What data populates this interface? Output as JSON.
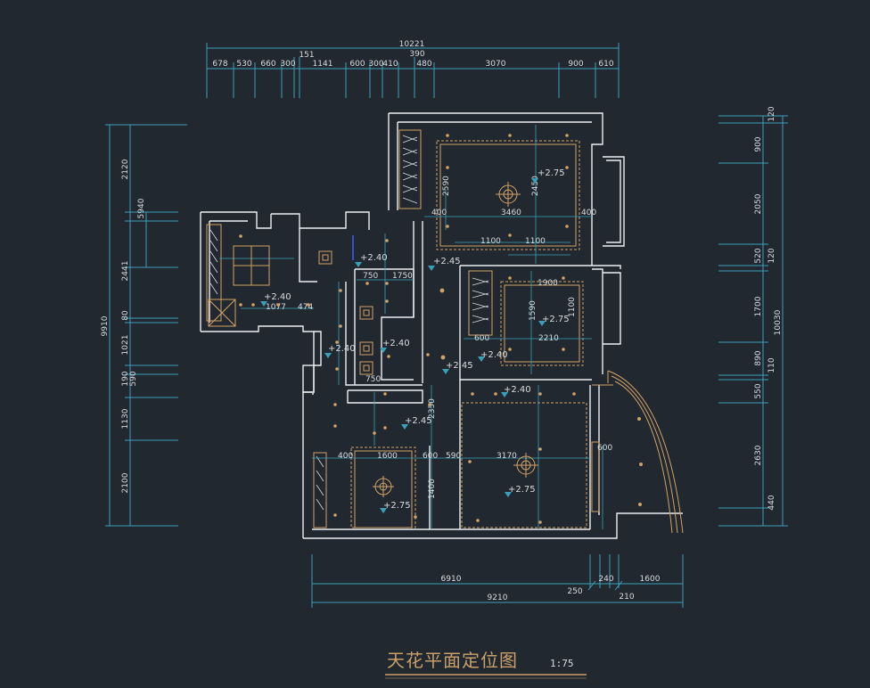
{
  "title": "天花平面定位图",
  "scale": "1:75",
  "colors": {
    "background": "#212830",
    "wall": "#eef0f2",
    "dimension": "#3aa0b8",
    "fixture": "#d2a266",
    "text": "#d8dce0"
  },
  "top_dims": {
    "overall": "10221",
    "mid_a": "151",
    "mid_b": "390",
    "segments": [
      "678",
      "530",
      "660",
      "300",
      "1141",
      "600",
      "300",
      "410",
      "480",
      "3070",
      "900",
      "610"
    ]
  },
  "left_dims": {
    "overall": "9910",
    "group": "5940",
    "segments": [
      "2120",
      "2441",
      "80",
      "1021",
      "190",
      "590",
      "1130",
      "2100"
    ]
  },
  "right_dims": {
    "overall": "10030",
    "segments": [
      "120",
      "900",
      "2050",
      "520",
      "120",
      "1700",
      "890",
      "110",
      "550",
      "2630",
      "440"
    ]
  },
  "bottom_dims": {
    "row1": [
      "6910",
      "240",
      "1600"
    ],
    "row2": [
      "9210"
    ],
    "extras": [
      "250",
      "210"
    ]
  },
  "elevations": [
    "+2.75",
    "+2.40",
    "+2.45",
    "+2.40",
    "+2.40",
    "+2.40",
    "+2.45",
    "+2.75",
    "+2.40",
    "+2.40",
    "+2.45",
    "+2.75",
    "+2.75"
  ],
  "inner_dims": [
    "400",
    "3460",
    "400",
    "1100",
    "1100",
    "2590",
    "2450",
    "1900",
    "1590",
    "1100",
    "2210",
    "1750",
    "600",
    "1600",
    "400",
    "600",
    "590",
    "3170",
    "1077",
    "474",
    "750",
    "750",
    "2350",
    "600",
    "1400"
  ]
}
